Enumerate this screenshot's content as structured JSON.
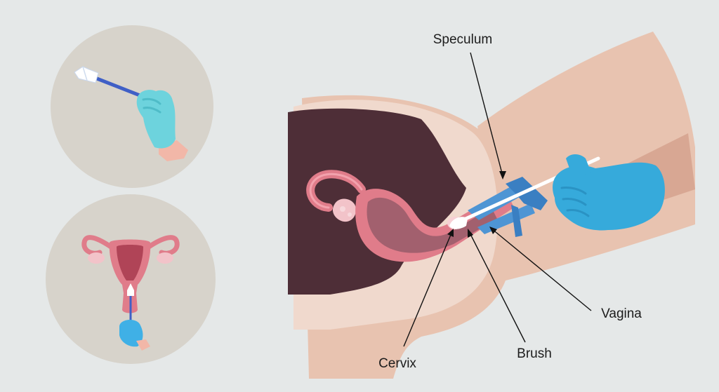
{
  "labels": {
    "speculum": "Speculum",
    "cervix": "Cervix",
    "brush": "Brush",
    "vagina": "Vagina"
  },
  "colors": {
    "background": "#e5e8e8",
    "circle": "#d7d3cb",
    "skin_light": "#f0d9cd",
    "skin_mid": "#e8c3b0",
    "skin_dark": "#d8a793",
    "cavity": "#4e2e37",
    "tissue_pink": "#e07c8a",
    "tissue_inner": "#a2606e",
    "glove": "#36aadb",
    "instrument": "#4e95d4",
    "brush_rod": "#3f5fc6"
  },
  "icons": {
    "top_panel": "hand-holding-brush-icon",
    "bottom_panel": "uterus-with-brush-icon"
  }
}
